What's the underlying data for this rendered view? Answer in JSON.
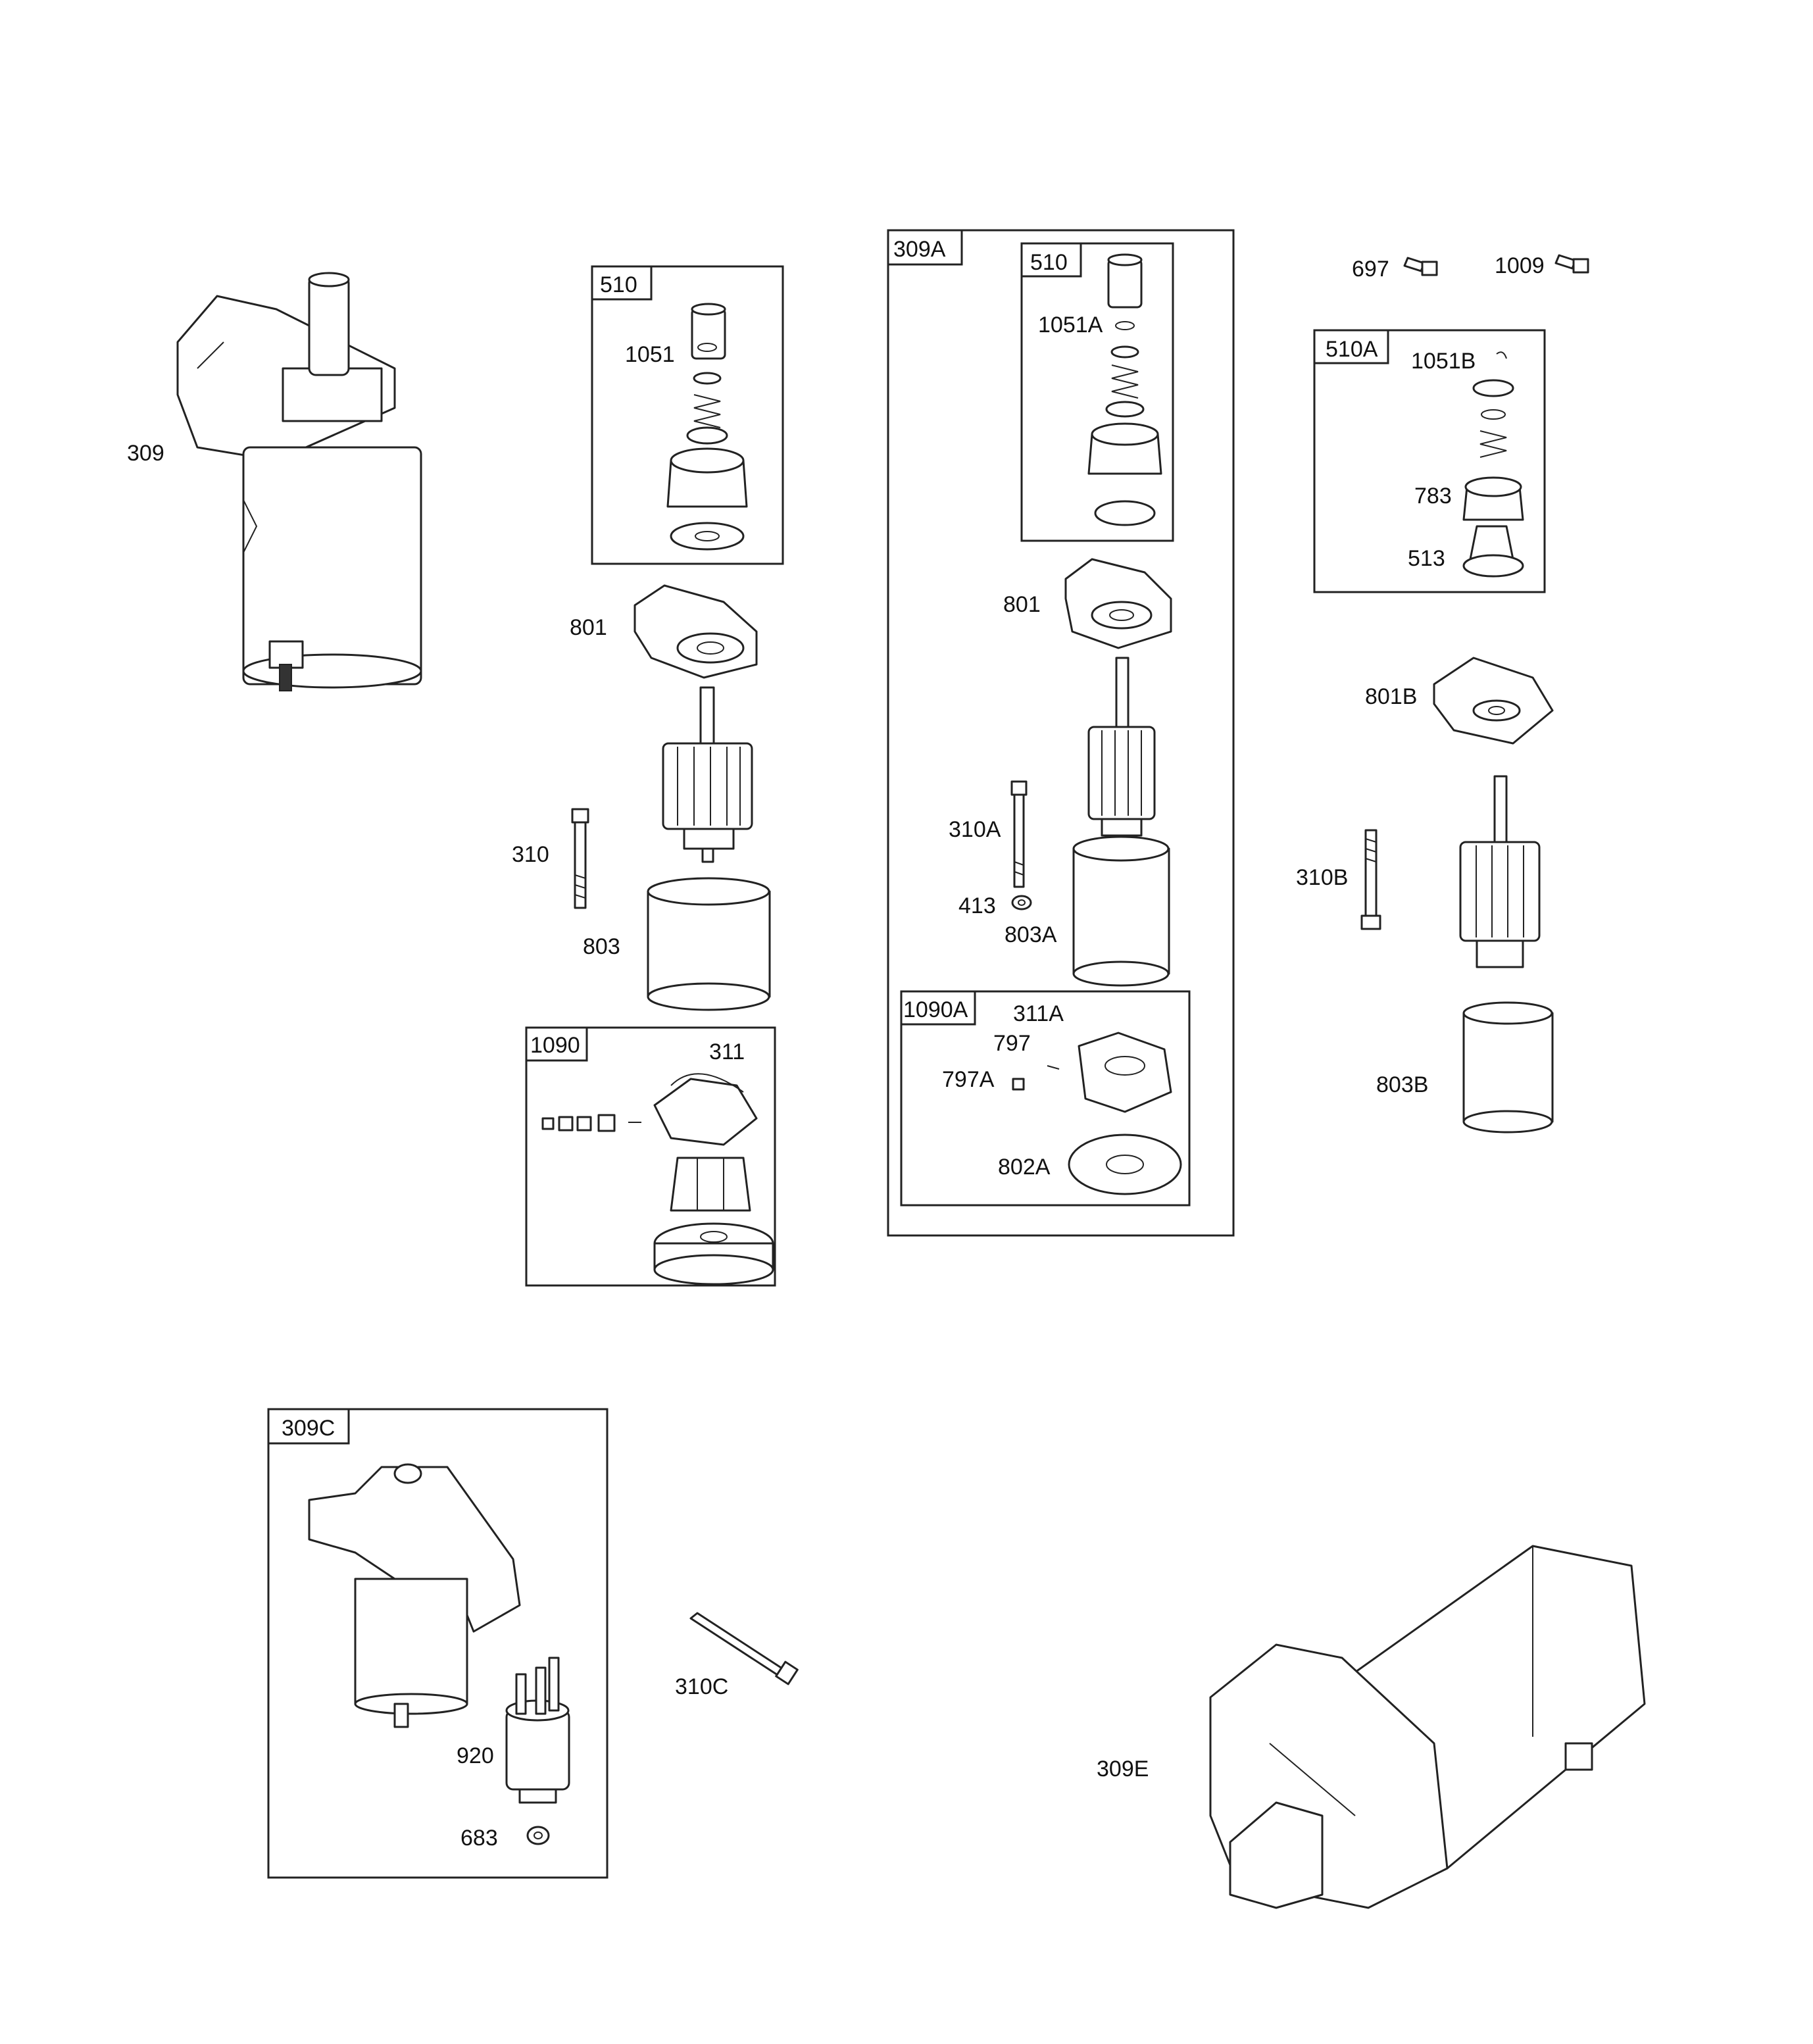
{
  "labels": {
    "p309": "309",
    "p510": "510",
    "p1051": "1051",
    "p801": "801",
    "p310": "310",
    "p803": "803",
    "p1090": "1090",
    "p311": "311",
    "p309A": "309A",
    "p510_a": "510",
    "p1051A": "1051A",
    "p801_a": "801",
    "p310A": "310A",
    "p413": "413",
    "p803A": "803A",
    "p1090A": "1090A",
    "p311A": "311A",
    "p797": "797",
    "p797A": "797A",
    "p802A": "802A",
    "p697": "697",
    "p1009": "1009",
    "p510A": "510A",
    "p1051B": "1051B",
    "p783": "783",
    "p513": "513",
    "p801B": "801B",
    "p310B": "310B",
    "p803B": "803B",
    "p309C": "309C",
    "p920": "920",
    "p683": "683",
    "p310C": "310C",
    "p309E": "309E"
  }
}
